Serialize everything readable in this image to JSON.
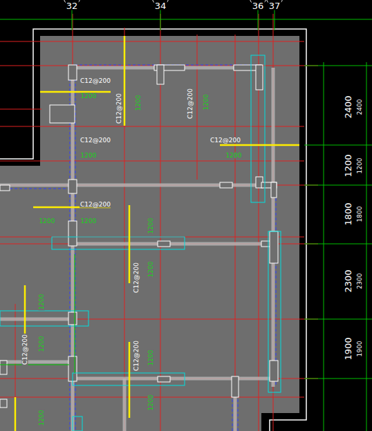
{
  "diagram": {
    "labels": [
      "32",
      "34",
      "36",
      "37",
      "C12@200",
      "1200",
      "C12@200",
      "1200",
      "C12@200",
      "1200",
      "C12@200",
      "1200",
      "C12@200",
      "1200",
      "C12@200",
      "1200",
      "1200",
      "1200",
      "C12@200",
      "1200",
      "1200",
      "C12@200",
      "1200",
      "C12@200",
      "1200",
      "1200",
      "1200",
      "2400",
      "2400",
      "1200",
      "1200",
      "1800",
      "1800",
      "2300",
      "2300",
      "1900",
      "1900"
    ]
  }
}
